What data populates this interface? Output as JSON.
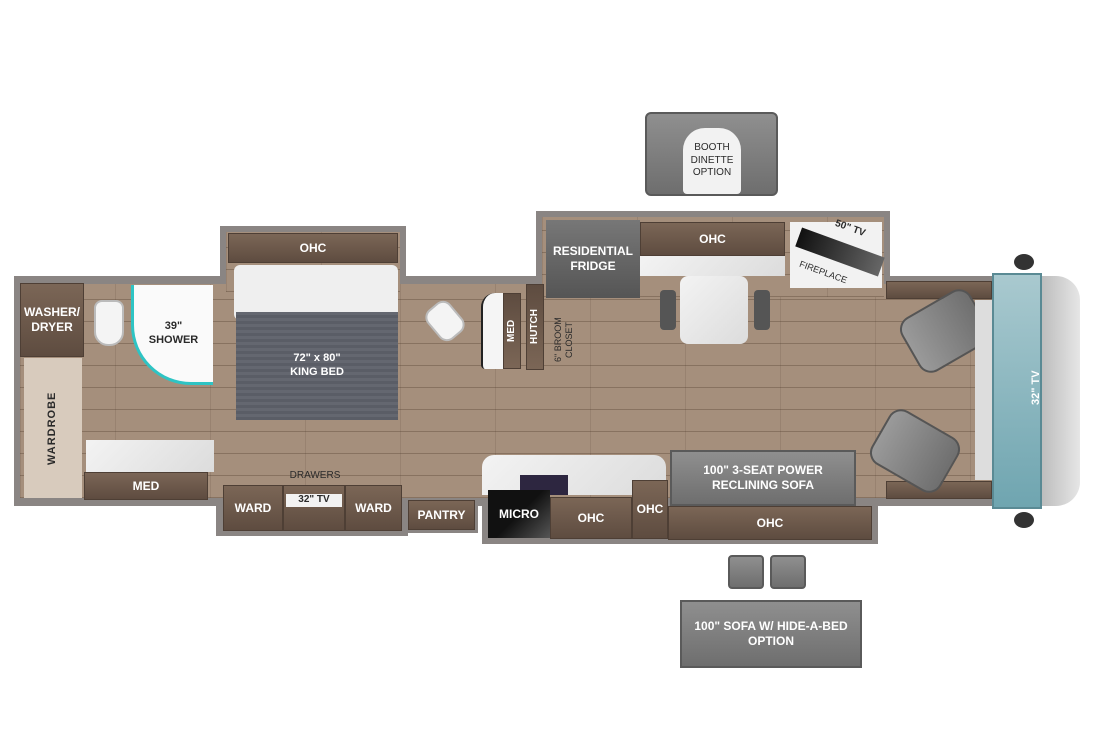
{
  "floorplan": {
    "rear": {
      "washer_dryer": "WASHER/\nDRYER",
      "wardrobe": "WARDROBE",
      "shower": "39\" SHOWER",
      "med": "MED"
    },
    "bedroom": {
      "ohc": "OHC",
      "bed": "72\" x 80\"\nKING BED",
      "drawers": "DRAWERS",
      "ward_left": "WARD",
      "tv": "32\" TV",
      "ward_right": "WARD"
    },
    "half_bath": {
      "med": "MED",
      "hutch": "HUTCH",
      "broom_closet": "6\" BROOM\nCLOSET"
    },
    "pantry": "PANTRY",
    "kitchen": {
      "fridge": "RESIDENTIAL\nFRIDGE",
      "ohc_top": "OHC",
      "micro": "MICRO",
      "ohc_1": "OHC",
      "ohc_2": "OHC"
    },
    "living": {
      "tv": "50\" TV",
      "fireplace": "FIREPLACE",
      "sofa": "100\" 3-SEAT POWER\nRECLINING SOFA",
      "ohc": "OHC"
    },
    "cab": {
      "tv": "32\" TV"
    },
    "options": {
      "booth_dinette": "BOOTH\nDINETTE\nOPTION",
      "sofa_hide_a_bed": "100\" SOFA W/ HIDE-A-BED\nOPTION"
    },
    "colors": {
      "cabinet": "#6b5849",
      "floor": "#a58f7c",
      "wall": "#8a8583",
      "glass": "#6fa5b0",
      "shower_accent": "#2ec4c4"
    }
  }
}
